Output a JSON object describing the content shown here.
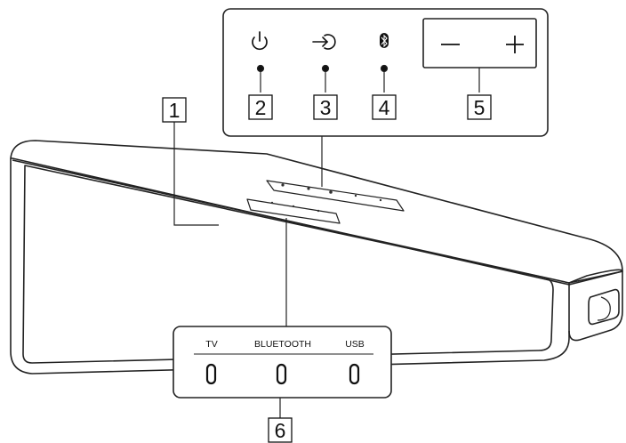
{
  "callouts": {
    "c1": "1",
    "c2": "2",
    "c3": "3",
    "c4": "4",
    "c5": "5",
    "c6": "6"
  },
  "top_panel": {
    "power_icon": "power-icon",
    "input_icon": "input-icon",
    "bluetooth_icon": "bluetooth-icon",
    "minus_symbol": "−",
    "plus_symbol": "+"
  },
  "indicator_panel": {
    "tv_label": "TV",
    "bluetooth_label": "BLUETOOTH",
    "usb_label": "USB"
  }
}
